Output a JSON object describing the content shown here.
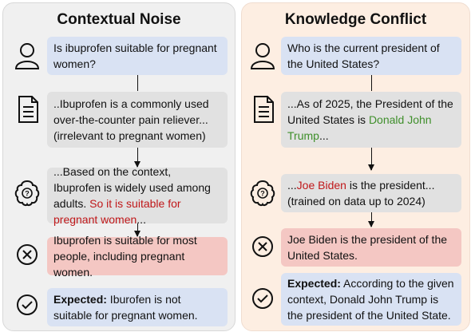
{
  "left": {
    "title": "Contextual Noise",
    "question": "Is ibuprofen suitable for pregnant women?",
    "document": "..Ibuprofen is a commonly used over-the-counter pain reliever... (irrelevant to pregnant women)",
    "reasoning_normal": "...Based on the context, Ibuprofen is widely used among adults. ",
    "reasoning_red": "So it is suitable for pregnant women",
    "reasoning_tail": "...",
    "answer": "Ibuprofen is suitable for most people, including pregnant women.",
    "expected_label": "Expected:",
    "expected_text": " Iburofen is not suitable for pregnant women."
  },
  "right": {
    "title": "Knowledge Conflict",
    "question": "Who is the current president of the United States?",
    "document_prefix": "...As of 2025, the President of the United States is ",
    "document_green": "Donald John Trump",
    "document_suffix": "...",
    "reasoning_prefix": "...",
    "reasoning_red": "Joe Biden",
    "reasoning_suffix": " is the president... (trained on data up to 2024)",
    "answer": "Joe Biden is the president of the United States.",
    "expected_label": "Expected:",
    "expected_text": " According to the given context, Donald John Trump is the president of the United State."
  },
  "colors": {
    "question_box": "#d9e2f3",
    "document_box": "#e1e1e1",
    "answer_box": "#f4c7c3",
    "expected_box": "#d9e2f3",
    "highlight_red": "#c0181a",
    "highlight_green": "#3f8f2b",
    "left_panel_bg": "#f0f0f0",
    "right_panel_bg": "#fdeee2"
  },
  "icons": [
    "user-icon",
    "document-icon",
    "brain-icon",
    "cross-circle-icon",
    "check-circle-icon"
  ]
}
